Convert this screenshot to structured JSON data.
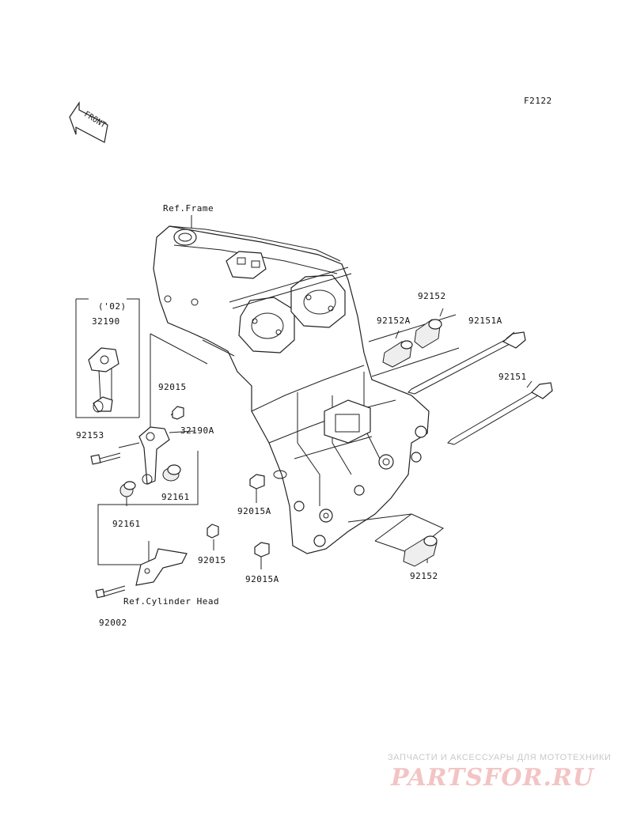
{
  "figure_code": "F2122",
  "front_marker": "FRONT",
  "ref_labels": {
    "frame": "Ref.Frame",
    "cylinder_head": "Ref.Cylinder Head"
  },
  "variant_note": "('02)",
  "parts": {
    "p32190": "32190",
    "p92015_top": "92015",
    "p32190A": "32190A",
    "p92153": "92153",
    "p92161_right": "92161",
    "p92161_left": "92161",
    "p92015_bottom": "92015",
    "p92002": "92002",
    "p92152_top": "92152",
    "p92152A": "92152A",
    "p92151A": "92151A",
    "p92151": "92151",
    "p92015A_upper": "92015A",
    "p92015A_lower": "92015A",
    "p92152_bottom": "92152"
  },
  "watermark": {
    "tagline": "ЗАПЧАСТИ И АКСЕССУАРЫ ДЛЯ МОТОТЕХНИКИ",
    "logo": "PARTSFOR.RU"
  },
  "colors": {
    "line": "#222222",
    "watermark_logo": "#f3c4c4",
    "watermark_text": "#c9c9c9"
  }
}
